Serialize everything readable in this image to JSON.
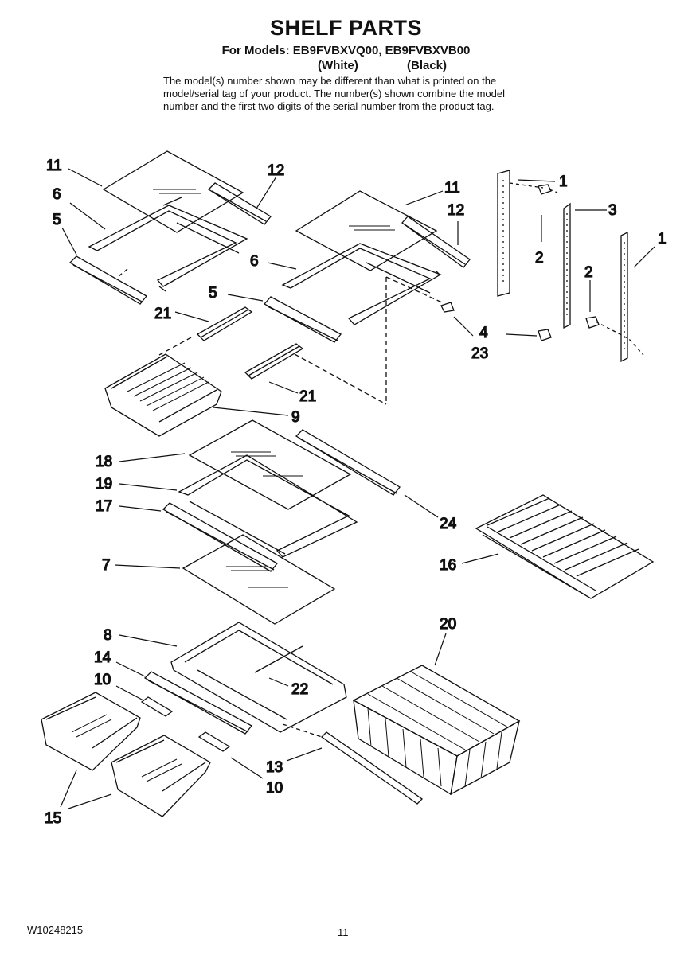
{
  "header": {
    "title": "SHELF PARTS",
    "models": "For Models: EB9FVBXVQ00, EB9FVBXVB00",
    "color_white": "(White)",
    "color_black": "(Black)",
    "note_lines": [
      "The model(s) number shown may be different than what is printed on the",
      "model/serial tag of your product. The number(s) shown combine the model",
      "number and the first two digits of the serial number from the product tag."
    ]
  },
  "callouts": [
    "11",
    "12",
    "6",
    "5",
    "11",
    "12",
    "6",
    "5",
    "21",
    "21",
    "9",
    "1",
    "3",
    "2",
    "2",
    "1",
    "4",
    "23",
    "18",
    "19",
    "17",
    "24",
    "7",
    "16",
    "20",
    "8",
    "14",
    "10",
    "22",
    "13",
    "10",
    "15"
  ],
  "footer": {
    "doc_number": "W10248215",
    "page_number": "11"
  }
}
